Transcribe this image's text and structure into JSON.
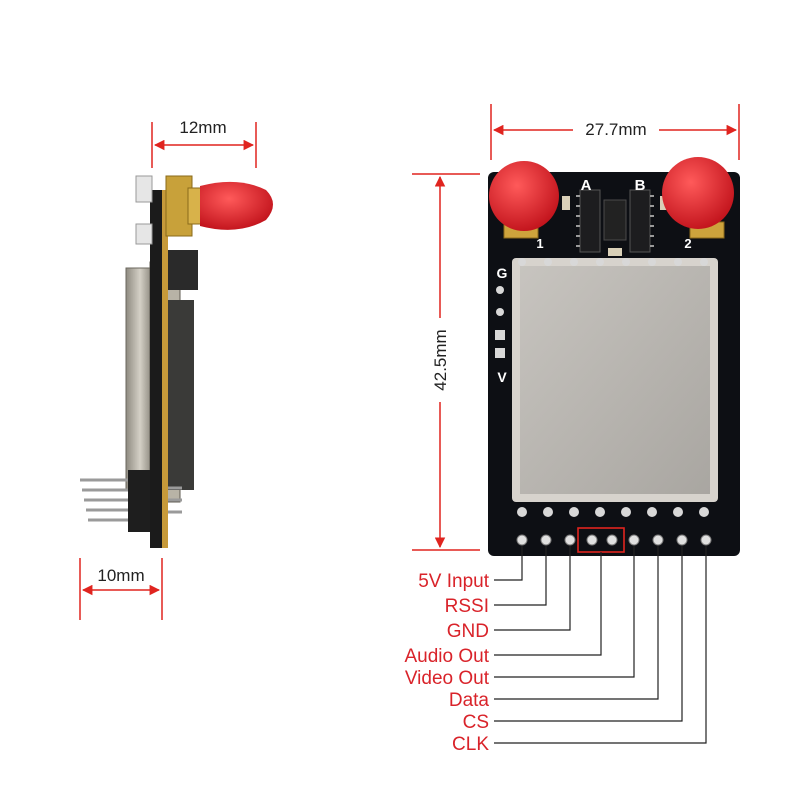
{
  "dimensions": {
    "side_width": "12mm",
    "side_depth": "10mm",
    "front_width": "27.7mm",
    "front_height": "42.5mm"
  },
  "board_silkscreen": {
    "antenna_a": "A",
    "antenna_b": "B",
    "ant1": "1",
    "ant2": "2",
    "side_pins": [
      "G",
      "V"
    ]
  },
  "pins": [
    {
      "label": "5V Input"
    },
    {
      "label": "RSSI"
    },
    {
      "label": "GND"
    },
    {
      "label": "Audio Out"
    },
    {
      "label": "Video Out"
    },
    {
      "label": "Data"
    },
    {
      "label": "CS"
    },
    {
      "label": "CLK"
    }
  ],
  "colors": {
    "dimension_line": "#e0241f",
    "pcb": "#0d0f14",
    "antenna_cap": "#d81a22",
    "shield": "#b9b6b1",
    "pin_label": "#d9232a",
    "highlight": "#e0241f"
  }
}
